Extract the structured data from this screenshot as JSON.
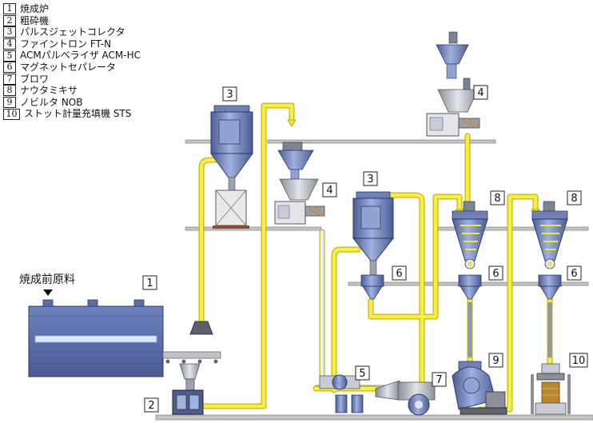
{
  "legend": [
    {
      "num": "1",
      "text": "焼成炉"
    },
    {
      "num": "2",
      "text": "粗砕機"
    },
    {
      "num": "3",
      "text": "パルスジェットコレクタ"
    },
    {
      "num": "4",
      "text": "ファイントロン FT-N"
    },
    {
      "num": "5",
      "text": "ACMパルベライザ ACM-HC"
    },
    {
      "num": "6",
      "text": "マグネットセパレータ"
    },
    {
      "num": "7",
      "text": "ブロワ"
    },
    {
      "num": "8",
      "text": "ナウタミキサ"
    },
    {
      "num": "9",
      "text": "ノビルタ NOB"
    },
    {
      "num": "10",
      "text": "ストット計量充填機 STS"
    }
  ],
  "feed_label": "焼成前原料",
  "callouts": {
    "furnace": "1",
    "crusher": "2",
    "collector_top": "3",
    "collector_mid": "3",
    "finetron_top": "4",
    "finetron_mid": "4",
    "acm": "5",
    "magsep_a": "6",
    "magsep_b": "6",
    "magsep_c": "6",
    "blower": "7",
    "nauta_a": "8",
    "nauta_b": "8",
    "nobilta": "9",
    "filler": "10"
  },
  "colors": {
    "pipe": "#f2e92e",
    "pipe_edge": "#c9b400",
    "vessel": "#7f93c8",
    "vessel_dark": "#3e4f86",
    "floor": "#b8b8b8"
  }
}
